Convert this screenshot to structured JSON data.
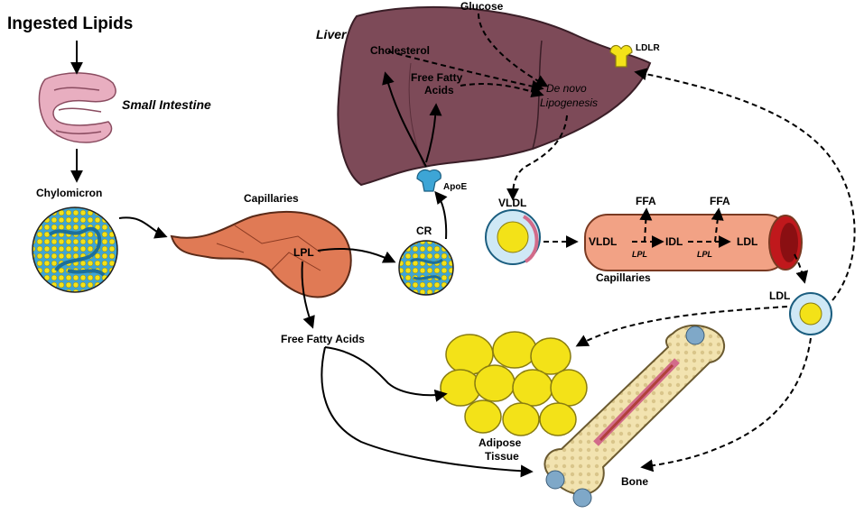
{
  "title": "Ingested Lipids",
  "labels": {
    "small_intestine": "Small Intestine",
    "chylomicron": "Chylomicron",
    "capillaries_top": "Capillaries",
    "lpl_top": "LPL",
    "cr": "CR",
    "apoe": "ApoE",
    "liver": "Liver",
    "glucose": "Glucose",
    "cholesterol": "Cholesterol",
    "free_fatty_acids_liver_1": "Free Fatty",
    "free_fatty_acids_liver_2": "Acids",
    "de_novo_1": "De novo",
    "de_novo_2": "Lipogenesis",
    "ldlr": "LDLR",
    "vldl_particle": "VLDL",
    "ffa_1": "FFA",
    "ffa_2": "FFA",
    "vessel_vldl": "VLDL",
    "vessel_lpl_1": "LPL",
    "vessel_idl": "IDL",
    "vessel_lpl_2": "LPL",
    "vessel_ldl": "LDL",
    "capillaries_bottom": "Capillaries",
    "ldl_particle": "LDL",
    "free_fatty_acids": "Free Fatty Acids",
    "adipose_1": "Adipose",
    "adipose_2": "Tissue",
    "bone": "Bone"
  },
  "colors": {
    "liver": "#7d4a58",
    "capillary": "#e07a55",
    "vessel": "#f2a285",
    "vessel_lumen": "#c0181c",
    "intestine": "#e8aec0",
    "fat": "#f3e218",
    "particle_blue": "#3da5d6",
    "bone": "#f2e3b0",
    "receptor": "#f3e218"
  }
}
